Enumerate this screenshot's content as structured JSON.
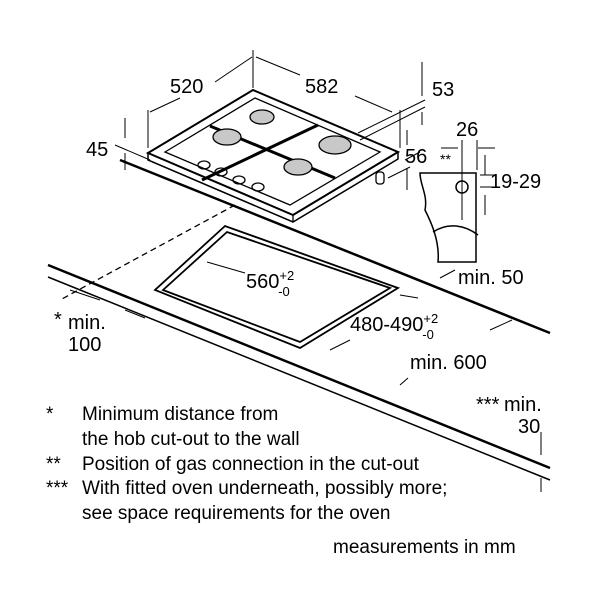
{
  "dimensions": {
    "depth": "520",
    "width": "582",
    "height_rear": "53",
    "height_front": "45",
    "foot_height": "56",
    "gas_offset": "26",
    "gas_marker": "**",
    "gas_height": "19-29",
    "min_back": "min. 50",
    "cutout_width": "560",
    "cutout_width_tol_plus": "+2",
    "cutout_width_tol_minus": "-0",
    "cutout_depth": "480-490",
    "cutout_depth_tol_plus": "+2",
    "cutout_depth_tol_minus": "-0",
    "min_wall_marker": "*",
    "min_wall_label": "min.",
    "min_wall_value": "100",
    "min_worktop": "min. 600",
    "min_oven_marker": "***",
    "min_oven_label": "min.",
    "min_oven_value": "30"
  },
  "notes": [
    {
      "marker": "*",
      "lines": [
        "Minimum distance from",
        "the hob cut-out to the wall"
      ]
    },
    {
      "marker": "**",
      "lines": [
        "Position of gas connection in the cut-out"
      ]
    },
    {
      "marker": "***",
      "lines": [
        "With fitted oven underneath, possibly more;",
        "see space requirements for the oven"
      ]
    }
  ],
  "units_note": "measurements in mm",
  "colors": {
    "line": "#000000",
    "burner": "#c8c8c8"
  }
}
